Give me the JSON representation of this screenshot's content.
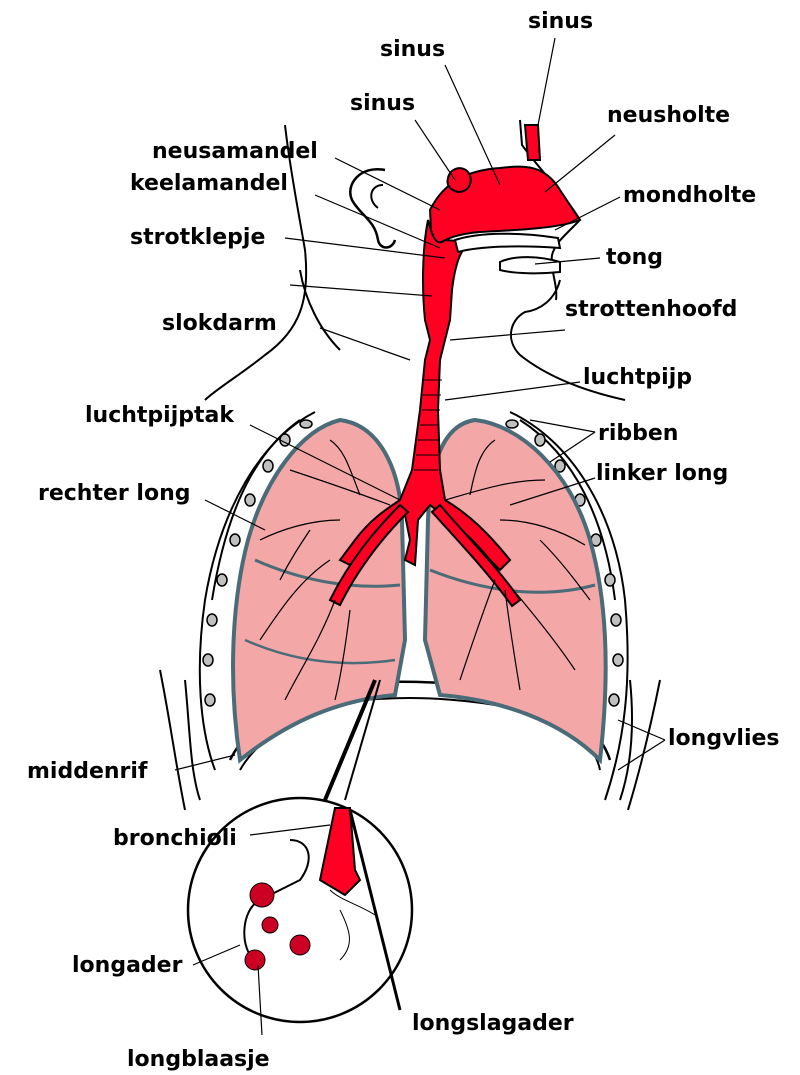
{
  "labels": {
    "sinus_top": "sinus",
    "sinus_mid": "sinus",
    "sinus_left": "sinus",
    "neusholte": "neusholte",
    "neusamandel": "neusamandel",
    "keelamandel": "keelamandel",
    "mondholte": "mondholte",
    "strotklepje": "strotklepje",
    "tong": "tong",
    "slokdarm": "slokdarm",
    "strottenhoofd": "strottenhoofd",
    "luchtpijp": "luchtpijp",
    "luchtpijptak": "luchtpijptak",
    "ribben": "ribben",
    "rechter_long": "rechter long",
    "linker_long": "linker long",
    "longvlies": "longvlies",
    "middenrif": "middenrif",
    "bronchioli": "bronchioli",
    "longader": "longader",
    "longslagader": "longslagader",
    "longblaasje": "longblaasje"
  },
  "colors": {
    "airway_red": "#ff0022",
    "lung_pink": "#f4a7a7",
    "pleura_blue": "#4a6b78",
    "outline": "#000000"
  }
}
